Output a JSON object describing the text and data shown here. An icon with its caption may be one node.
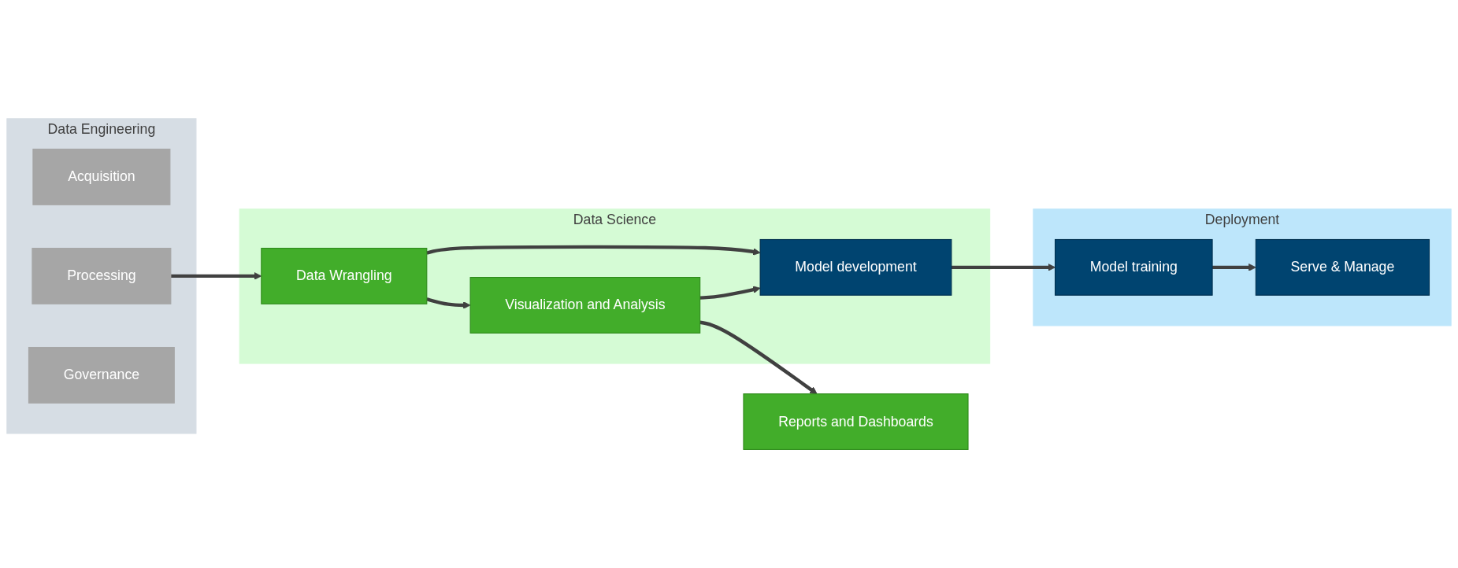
{
  "diagram": {
    "nodes": [
      {
        "text": [
          "Data Engineering"
        ]
      },
      {
        "text": [
          "Acquisition"
        ],
        "in": 0
      },
      {
        "text": [
          "Processing"
        ],
        "in": 0
      },
      {
        "text": [
          "Governance"
        ],
        "in": 0
      },
      {
        "text": [
          "Data Science"
        ]
      },
      {
        "text": [
          "Data Wrangling"
        ],
        "in": 4
      },
      {
        "text": [
          "Visualization and Analysis"
        ],
        "in": 4
      },
      {
        "text": [
          "Model development"
        ],
        "in": 4
      },
      {
        "text": [
          "Reports and Dashboards"
        ]
      },
      {
        "text": [
          "Deployment"
        ]
      },
      {
        "text": [
          "Model training"
        ],
        "in": 9
      },
      {
        "text": [
          "Serve & Manage"
        ],
        "in": 9
      }
    ],
    "edges": [
      {
        "from": 2,
        "to": 5,
        "arrow": "to"
      },
      {
        "from": 5,
        "to": 6,
        "arrow": "to"
      },
      {
        "from": 5,
        "to": 7,
        "arrow": "to"
      },
      {
        "from": 6,
        "to": 8,
        "arrow": "to"
      },
      {
        "from": 6,
        "to": 7,
        "arrow": "to"
      },
      {
        "from": 7,
        "to": 10,
        "arrow": "to"
      },
      {
        "from": 10,
        "to": 11,
        "arrow": "to"
      }
    ]
  }
}
